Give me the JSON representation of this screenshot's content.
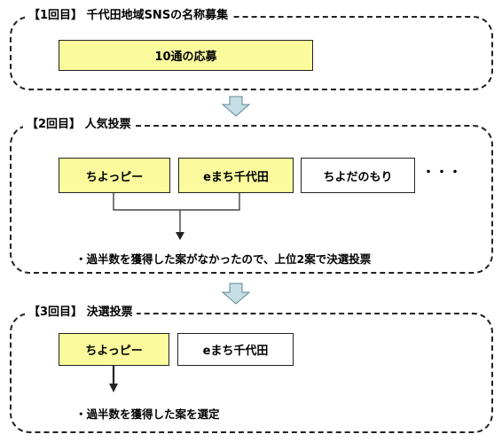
{
  "rounds": [
    {
      "title": "【1回目】 千代田地域SNSの名称募集",
      "candidates": [
        {
          "label": "10通の応募",
          "highlighted": true
        }
      ]
    },
    {
      "title": "【2回目】 人気投票",
      "candidates": [
        {
          "label": "ちよっピー",
          "highlighted": true
        },
        {
          "label": "eまち千代田",
          "highlighted": true
        },
        {
          "label": "ちよだのもり",
          "highlighted": false
        }
      ],
      "more_indicator": "・・・",
      "note": "・過半数を獲得した案がなかったので、上位2案で決選投票"
    },
    {
      "title": "【3回目】 決選投票",
      "candidates": [
        {
          "label": "ちよっピー",
          "highlighted": true
        },
        {
          "label": "eまち千代田",
          "highlighted": false
        }
      ],
      "note": "・過半数を獲得した案を選定"
    }
  ],
  "colors": {
    "highlight": "#fbfb9e",
    "flow_arrow": "#c5dde4",
    "border": "#222222"
  },
  "icons": {
    "flow_arrow": "down-arrow-icon"
  }
}
